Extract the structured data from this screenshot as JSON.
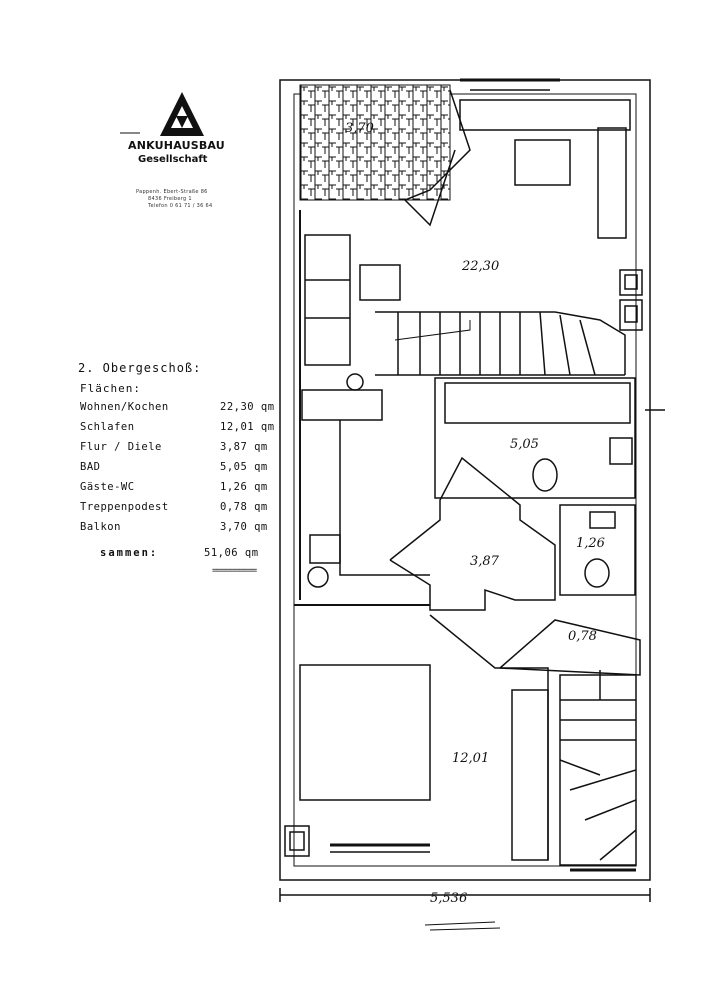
{
  "company": {
    "name": "ANKUHAUSBAU",
    "subtitle": "Gesellschaft",
    "address_lines": [
      "Pappenh. Ebert-Straße 86",
      "8436 Freiberg 1",
      "Telefon 0 61 71 / 36 64"
    ]
  },
  "floor_title": "2. Obergeschoß:",
  "areas_heading": "Flächen:",
  "areas": [
    {
      "name": "Wohnen/Kochen",
      "value": "22,30 qm"
    },
    {
      "name": "Schlafen",
      "value": "12,01 qm"
    },
    {
      "name": "Flur / Diele",
      "value": "3,87 qm"
    },
    {
      "name": "BAD",
      "value": "5,05 qm"
    },
    {
      "name": "Gäste-WC",
      "value": "1,26 qm"
    },
    {
      "name": "Treppenpodest",
      "value": "0,78 qm"
    },
    {
      "name": "Balkon",
      "value": "3,70 qm"
    }
  ],
  "total": {
    "label": "sammen:",
    "value": "51,06 qm",
    "underline": "=========="
  },
  "plan_labels": {
    "balkon": "3,70",
    "wohnen": "22,30",
    "bad": "5,05",
    "flur": "3,87",
    "wc": "1,26",
    "podest": "0,78",
    "schlafen": "12,01",
    "width": "5,536"
  }
}
